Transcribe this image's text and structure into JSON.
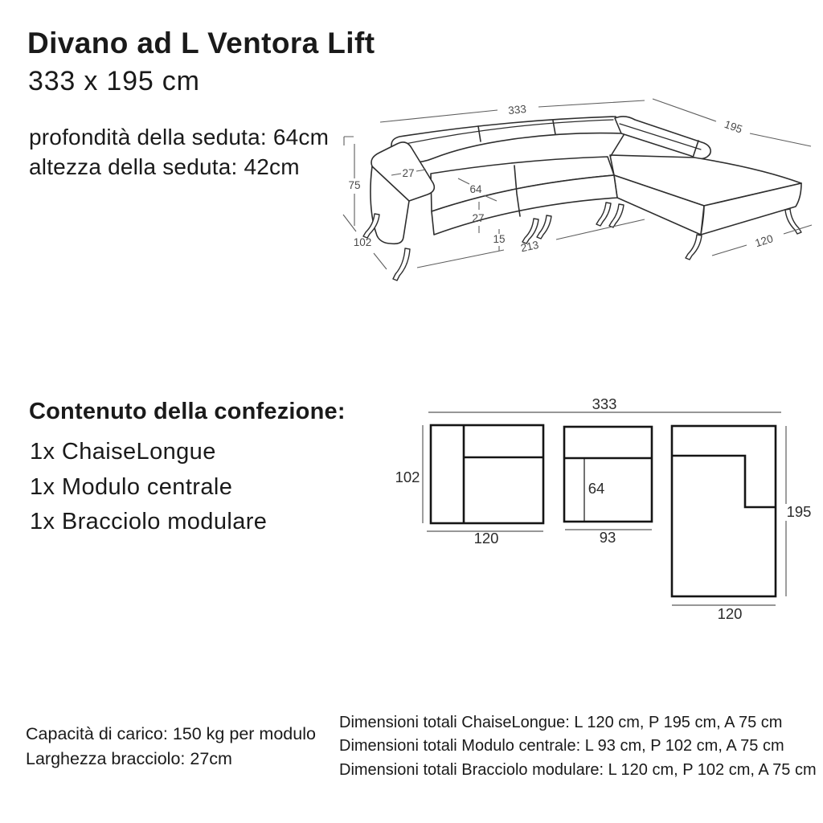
{
  "header": {
    "title": "Divano ad L Ventora Lift",
    "size": "333 x 195 cm",
    "seat_depth_line": "profondità della seduta: 64cm",
    "seat_height_line": "altezza della seduta: 42cm"
  },
  "package_contents": {
    "heading": "Contenuto della confezione:",
    "items": [
      "1x ChaiseLongue",
      "1x Modulo centrale",
      "1x Bracciolo modulare"
    ]
  },
  "footer": {
    "load_capacity": "Capacità di carico: 150 kg per modulo",
    "armrest_width": "Larghezza bracciolo: 27cm",
    "total_dimensions": [
      "Dimensioni totali ChaiseLongue: L 120 cm, P 195 cm, A 75 cm",
      "Dimensioni totali Modulo centrale: L 93 cm, P 102 cm, A 75 cm",
      "Dimensioni totali Bracciolo modulare: L 120 cm, P 102 cm, A 75 cm"
    ]
  },
  "sofa_diagram": {
    "total_width": "333",
    "total_depth": "195",
    "total_height": "75",
    "module_depth": "102",
    "armrest_width": "27",
    "seat_depth": "64",
    "seat_height": "27",
    "clearance": "15",
    "seat_length": "213",
    "chaise_width": "120"
  },
  "modules_diagram": {
    "total_width": "333",
    "bracciolo": {
      "depth": "102",
      "width": "120"
    },
    "centrale": {
      "seat_depth": "64",
      "width": "93"
    },
    "chaise": {
      "depth": "195",
      "width": "120"
    }
  },
  "colors": {
    "text": "#1a1a1a",
    "outline": "#2e2e2e",
    "dimension": "#5e5e5e",
    "module_outline": "#151515"
  }
}
